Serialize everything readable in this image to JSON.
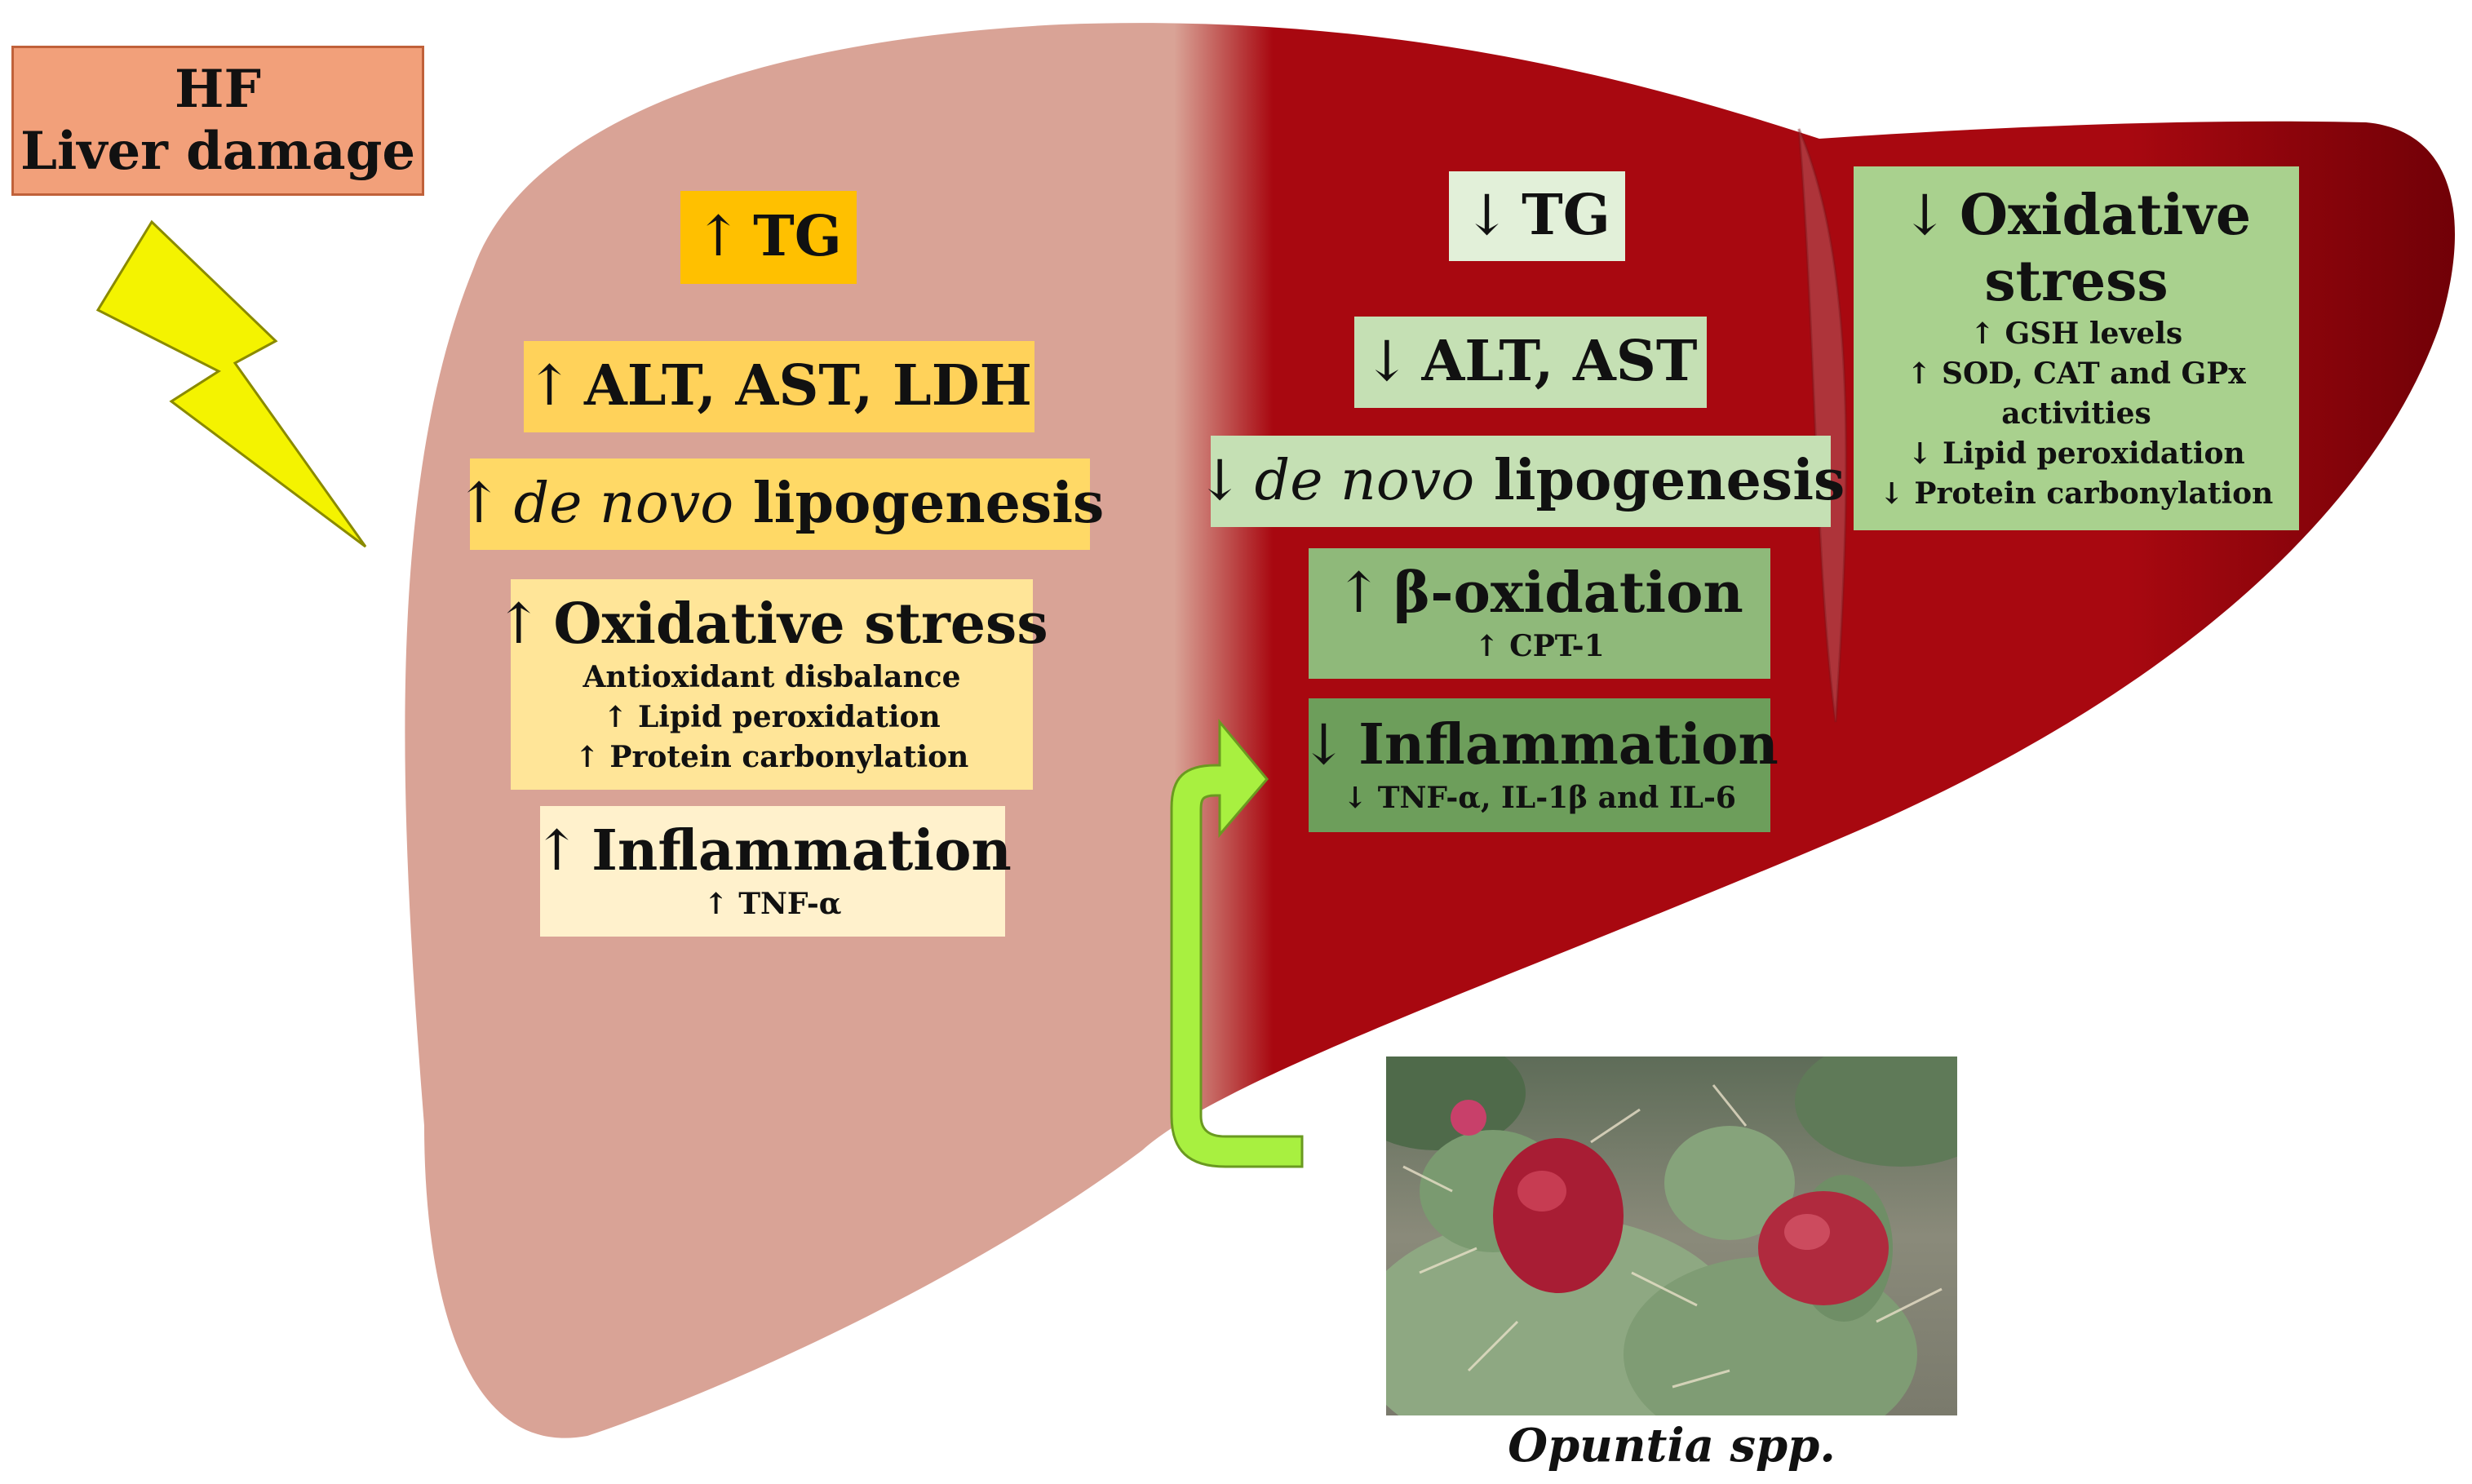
{
  "colors": {
    "background": "#ffffff",
    "liver_damaged": "#d9a396",
    "liver_healthy": "#a80810",
    "liver_healthy_dark": "#6e0006",
    "hf_box": "#f2a07a",
    "bolt": "#f4f300",
    "treatment_arrow": "#a8f040",
    "left_tg": "#ffc000",
    "left_alt": "#ffd25a",
    "left_lipo": "#ffd966",
    "left_ox": "#ffe598",
    "left_inflam": "#fff1cc",
    "right_tg": "#e2f0d9",
    "right_alt": "#c5e0b4",
    "right_lipo": "#c5e0b4",
    "right_beta": "#8fb97a",
    "right_inflam": "#6d9e5b",
    "right_ox": "#a9d18e"
  },
  "icons": {
    "damage": "lightning-bolt-icon",
    "treatment": "curved-arrow-icon"
  },
  "hf_box": {
    "line1": "HF",
    "line2": "Liver damage"
  },
  "left": {
    "tg": {
      "arrow": "↑",
      "text": "TG"
    },
    "enzymes": {
      "arrow": "↑",
      "text": "ALT, AST, LDH"
    },
    "lipogenesis": {
      "arrow": "↑",
      "italic": "de novo",
      "text": "lipogenesis"
    },
    "oxidative": {
      "arrow": "↑",
      "text": "Oxidative stress",
      "details": [
        "Antioxidant disbalance",
        "↑  Lipid peroxidation",
        "↑  Protein carbonylation"
      ]
    },
    "inflammation": {
      "arrow": "↑",
      "text": "Inflammation",
      "detail": "↑ TNF-α"
    }
  },
  "right": {
    "tg": {
      "arrow": "↓",
      "text": "TG"
    },
    "enzymes": {
      "arrow": "↓",
      "text": "ALT, AST"
    },
    "lipogenesis": {
      "arrow": "↓",
      "italic": "de novo",
      "text": "lipogenesis"
    },
    "beta": {
      "arrow": "↑",
      "text": "β-oxidation",
      "detail": "↑ CPT-1"
    },
    "inflammation": {
      "arrow": "↓",
      "text": "Inflammation",
      "detail": "↓ TNF-α, IL-1β and IL-6"
    },
    "oxidative": {
      "arrow": "↓",
      "line1": "Oxidative",
      "line2": "stress",
      "details": [
        "↑ GSH levels",
        "↑ SOD, CAT and GPx",
        "activities",
        "↓  Lipid peroxidation",
        "↓  Protein carbonylation"
      ]
    }
  },
  "photo": {
    "caption": "Opuntia spp."
  }
}
